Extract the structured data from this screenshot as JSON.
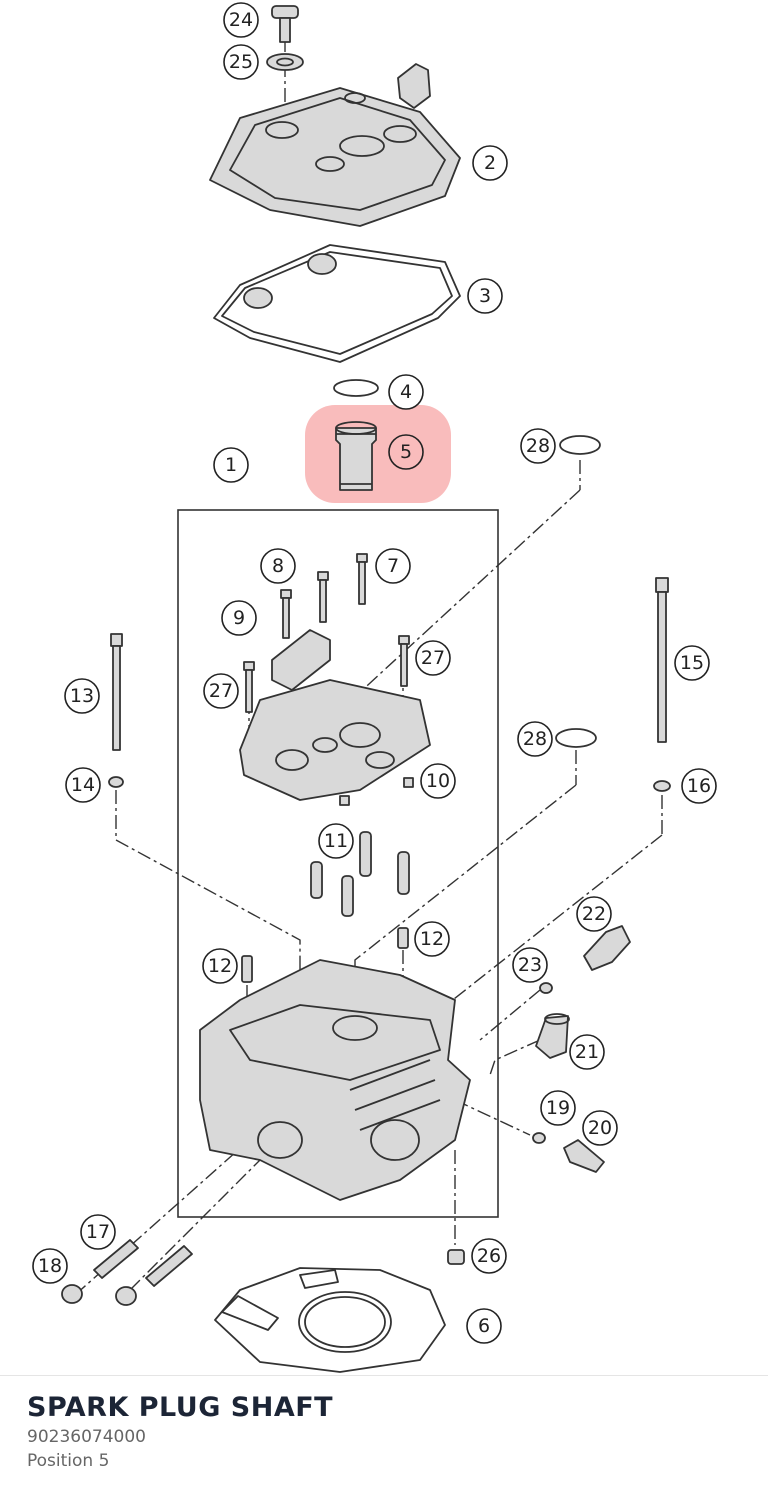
{
  "part": {
    "name": "SPARK PLUG SHAFT",
    "number": "90236074000",
    "position": "Position 5"
  },
  "highlight_color": "#f26b6b",
  "callouts": [
    {
      "id": "c24",
      "label": "24"
    },
    {
      "id": "c25",
      "label": "25"
    },
    {
      "id": "c2",
      "label": "2"
    },
    {
      "id": "c3",
      "label": "3"
    },
    {
      "id": "c4",
      "label": "4"
    },
    {
      "id": "c5",
      "label": "5"
    },
    {
      "id": "c28a",
      "label": "28"
    },
    {
      "id": "c1",
      "label": "1"
    },
    {
      "id": "c8",
      "label": "8"
    },
    {
      "id": "c7",
      "label": "7"
    },
    {
      "id": "c9",
      "label": "9"
    },
    {
      "id": "c27a",
      "label": "27"
    },
    {
      "id": "c27b",
      "label": "27"
    },
    {
      "id": "c13",
      "label": "13"
    },
    {
      "id": "c15",
      "label": "15"
    },
    {
      "id": "c28b",
      "label": "28"
    },
    {
      "id": "c14",
      "label": "14"
    },
    {
      "id": "c16",
      "label": "16"
    },
    {
      "id": "c10",
      "label": "10"
    },
    {
      "id": "c11",
      "label": "11"
    },
    {
      "id": "c22",
      "label": "22"
    },
    {
      "id": "c12a",
      "label": "12"
    },
    {
      "id": "c12b",
      "label": "12"
    },
    {
      "id": "c23",
      "label": "23"
    },
    {
      "id": "c21",
      "label": "21"
    },
    {
      "id": "c19",
      "label": "19"
    },
    {
      "id": "c20",
      "label": "20"
    },
    {
      "id": "c17",
      "label": "17"
    },
    {
      "id": "c18",
      "label": "18"
    },
    {
      "id": "c26",
      "label": "26"
    },
    {
      "id": "c6",
      "label": "6"
    }
  ]
}
